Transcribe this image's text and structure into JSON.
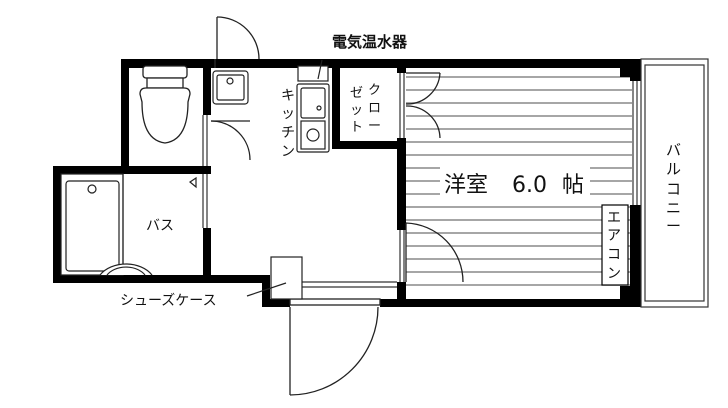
{
  "floorplan": {
    "labels": {
      "water_heater": "電気温水器",
      "kitchen": [
        "キ",
        "ッ",
        "チ",
        "ン"
      ],
      "closet_col1": [
        "ゼ",
        "ッ",
        "ト"
      ],
      "closet_col2": [
        "ク",
        "ロ",
        "ー"
      ],
      "room_name": "洋室",
      "room_size": "6.0",
      "room_unit": "帖",
      "aircon": [
        "エ",
        "ア",
        "コ",
        "ン"
      ],
      "balcony": [
        "バ",
        "ル",
        "コ",
        "ニ",
        "ー"
      ],
      "bath": "バス",
      "shoe_case": "シューズケース"
    },
    "colors": {
      "wall": "#000000",
      "line": "#333333",
      "floor_stripe": "#888888",
      "background": "#ffffff"
    }
  }
}
